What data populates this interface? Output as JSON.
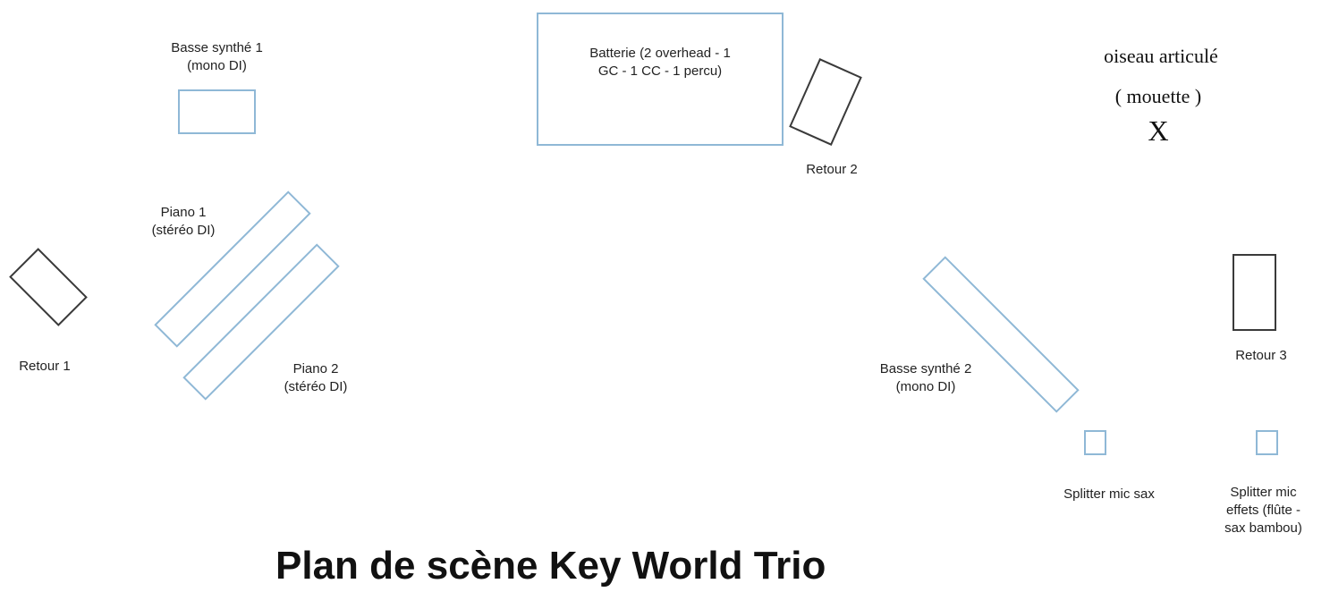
{
  "title": "Plan de scène Key World Trio",
  "items": {
    "basse_synthe_1": [
      "Basse synthé 1",
      "(mono DI)"
    ],
    "batterie": [
      "Batterie (2 overhead - 1",
      "GC - 1 CC - 1 percu)"
    ],
    "oiseau": [
      "oiseau articulé",
      "( mouette )",
      "X"
    ],
    "retour_2": "Retour 2",
    "piano_1": [
      "Piano 1",
      "(stéréo DI)"
    ],
    "retour_1": "Retour 1",
    "piano_2": [
      "Piano 2",
      "(stéréo DI)"
    ],
    "basse_synthe_2": [
      "Basse synthé 2",
      "(mono DI)"
    ],
    "retour_3": "Retour 3",
    "splitter_sax": "Splitter mic sax",
    "splitter_effets": [
      "Splitter mic",
      "effets (flûte -",
      "sax bambou)"
    ]
  },
  "colors": {
    "equipment": "#8fb8d6",
    "monitor": "#3a3a3a"
  }
}
